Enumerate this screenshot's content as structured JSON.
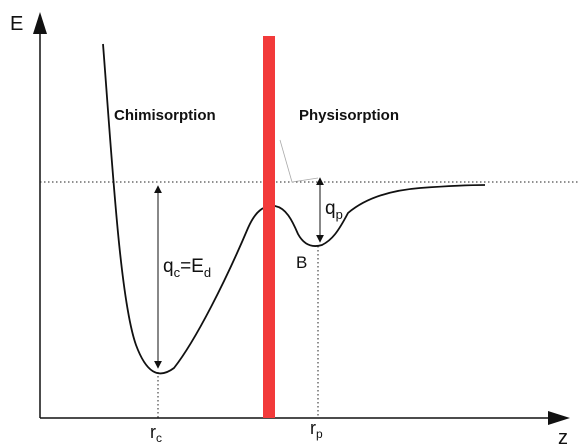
{
  "axes": {
    "y_label": "E",
    "x_label": "z"
  },
  "regions": {
    "left": "Chimisorption",
    "right": "Physisorption"
  },
  "labels": {
    "qc_main": "q",
    "qc_sub": "c",
    "qc_eq": "=E",
    "qc_eq_sub": "d",
    "qp_main": "q",
    "qp_sub": "p",
    "point_b": "B",
    "rc_main": "r",
    "rc_sub": "c",
    "rp_main": "r",
    "rp_sub": "p"
  },
  "colors": {
    "barrier": "#f23a3a",
    "line": "#111111",
    "dotted": "#222222"
  }
}
